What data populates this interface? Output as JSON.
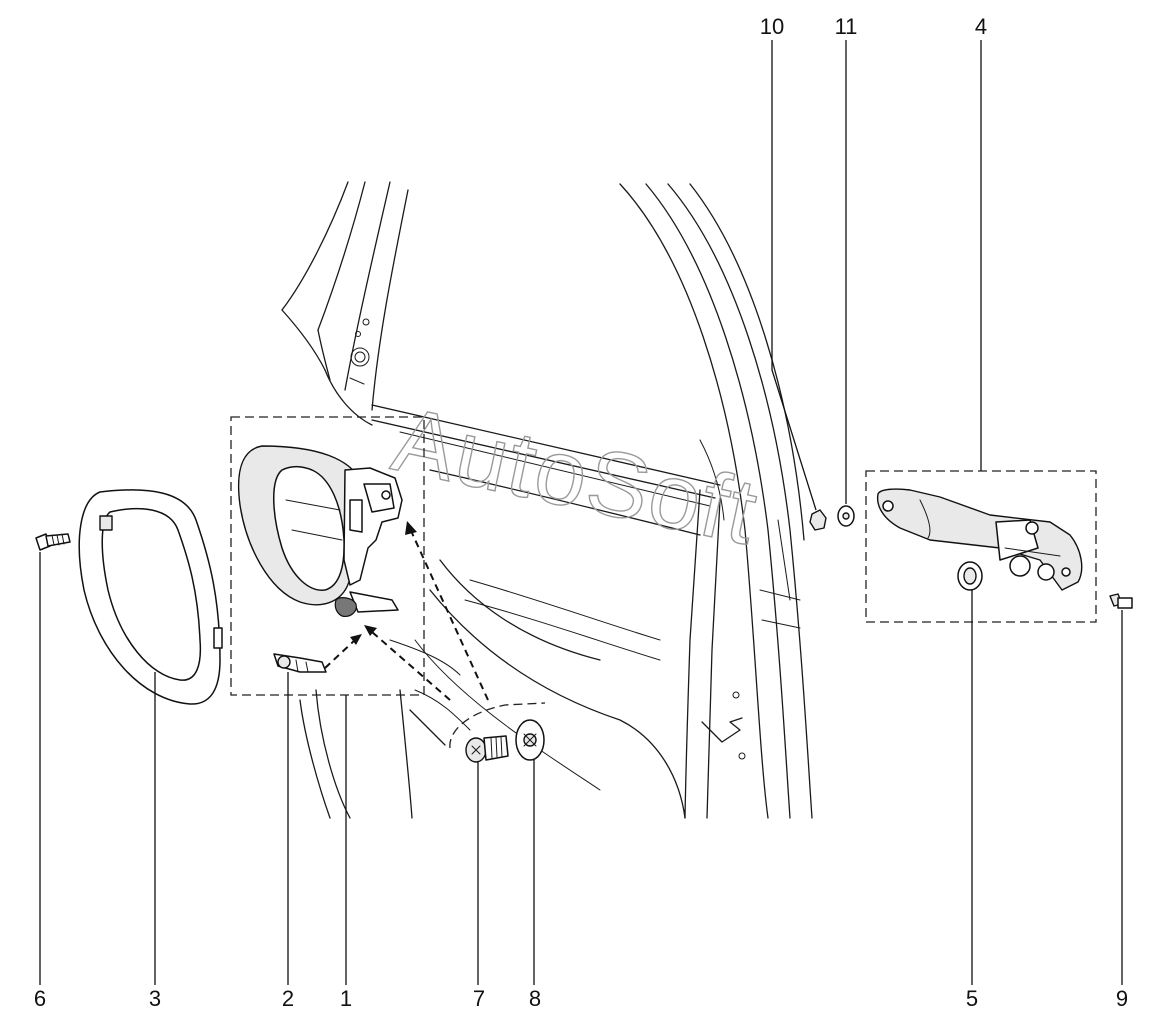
{
  "watermark_text": "AutoSoft",
  "callouts": [
    {
      "id": "6",
      "label": "6"
    },
    {
      "id": "3",
      "label": "3"
    },
    {
      "id": "2",
      "label": "2"
    },
    {
      "id": "1",
      "label": "1"
    },
    {
      "id": "7",
      "label": "7"
    },
    {
      "id": "8",
      "label": "8"
    },
    {
      "id": "5",
      "label": "5"
    },
    {
      "id": "9",
      "label": "9"
    },
    {
      "id": "10",
      "label": "10"
    },
    {
      "id": "11",
      "label": "11"
    },
    {
      "id": "4",
      "label": "4"
    }
  ]
}
